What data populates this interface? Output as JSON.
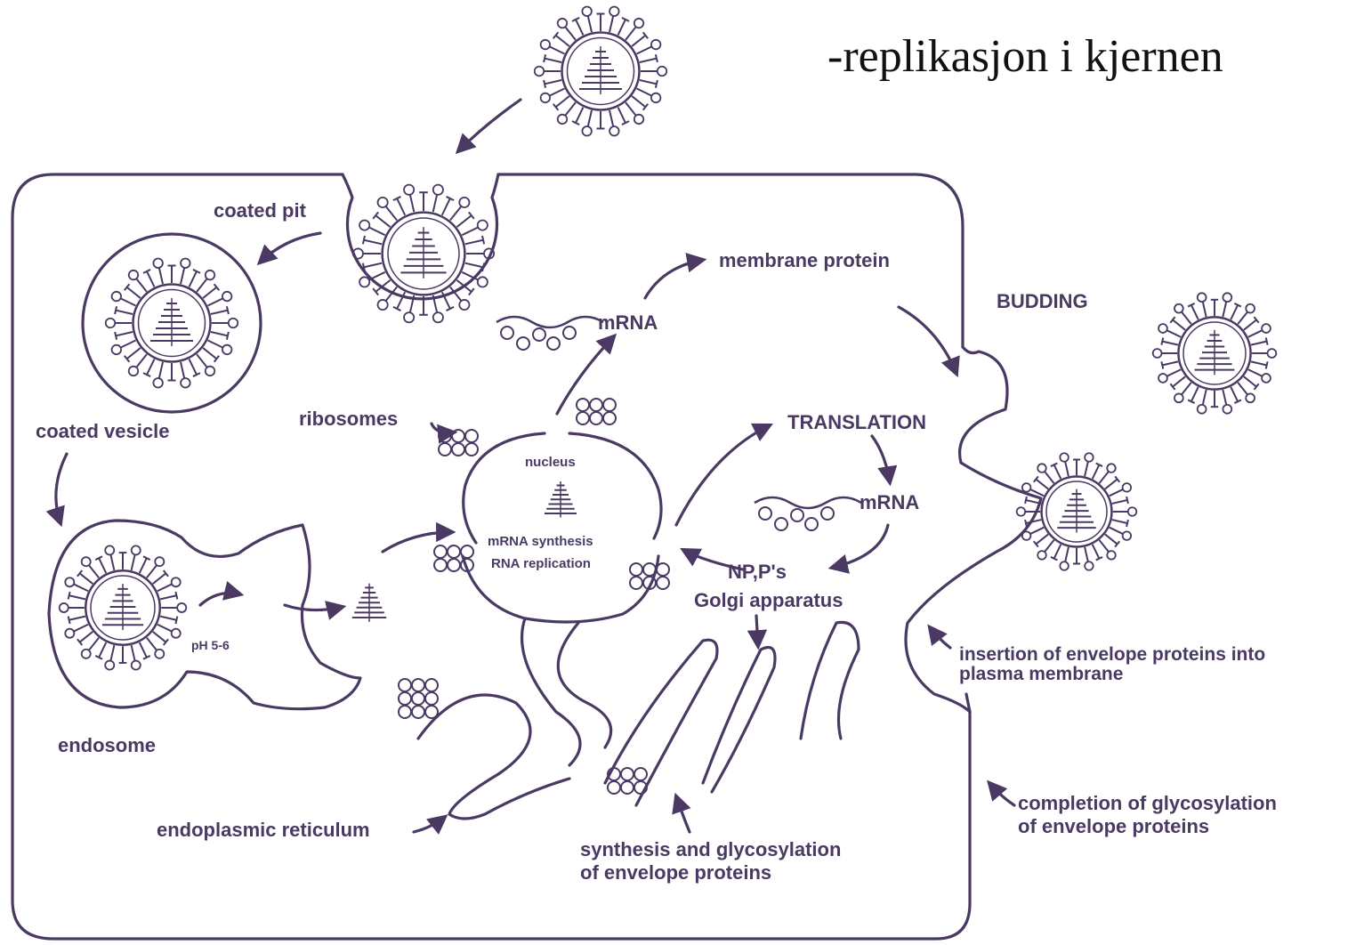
{
  "title": "-replikasjon i kjernen",
  "labels": {
    "coated_pit": "coated pit",
    "coated_vesicle": "coated vesicle",
    "endosome": "endosome",
    "ph": "pH 5-6",
    "ribosomes": "ribosomes",
    "nucleus": "nucleus",
    "mrna_synthesis": "mRNA synthesis",
    "rna_replication": "RNA replication",
    "mrna_top": "mRNA",
    "membrane_protein": "membrane protein",
    "translation": "TRANSLATION",
    "mrna_right": "mRNA",
    "np_ps": "NP,P's",
    "golgi": "Golgi apparatus",
    "budding": "BUDDING",
    "insertion_line1": "insertion of envelope proteins into",
    "insertion_line2": "plasma membrane",
    "completion_line1": "completion of glycosylation",
    "completion_line2": "of envelope proteins",
    "er": "endoplasmic reticulum",
    "synthesis_line1": "synthesis and glycosylation",
    "synthesis_line2": "of envelope proteins"
  },
  "colors": {
    "ink": "#4a3a63",
    "title": "#111111",
    "background": "#ffffff"
  }
}
